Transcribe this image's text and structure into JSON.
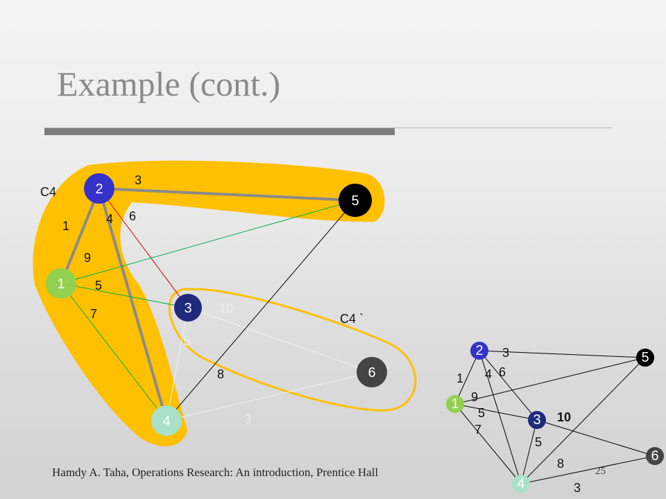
{
  "slide": {
    "title": "Example (cont.)",
    "footer": "Hamdy A. Taha, Operations Research: An introduction, Prentice Hall",
    "page_number": "25"
  },
  "main_graph": {
    "group_labels": [
      "C4",
      "C4 `"
    ],
    "nodes": [
      {
        "id": "1",
        "color": "#92d050"
      },
      {
        "id": "2",
        "color": "#3333cc"
      },
      {
        "id": "3",
        "color": "#1f2a7a"
      },
      {
        "id": "4",
        "color": "#a8e0c8"
      },
      {
        "id": "5",
        "color": "#000000"
      },
      {
        "id": "6",
        "color": "#444444"
      }
    ],
    "edges": [
      {
        "from": "2",
        "to": "5",
        "weight": "3",
        "style": "tree"
      },
      {
        "from": "2",
        "to": "1",
        "weight": "1",
        "style": "tree"
      },
      {
        "from": "2",
        "to": "4",
        "weight": "4",
        "style": "tree"
      },
      {
        "from": "2",
        "to": "3",
        "weight": "6",
        "style": "red"
      },
      {
        "from": "1",
        "to": "5",
        "weight": "9",
        "style": "green"
      },
      {
        "from": "1",
        "to": "3",
        "weight": "5",
        "style": "green"
      },
      {
        "from": "1",
        "to": "4",
        "weight": "7",
        "style": "green"
      },
      {
        "from": "3",
        "to": "6",
        "weight": "10",
        "style": "white"
      },
      {
        "from": "3",
        "to": "4",
        "weight": "5",
        "style": "white"
      },
      {
        "from": "4",
        "to": "6",
        "weight": "3",
        "style": "white"
      },
      {
        "from": "4",
        "to": "5",
        "weight": "8",
        "style": "black"
      }
    ]
  },
  "small_graph": {
    "nodes": [
      {
        "id": "1",
        "color": "#92d050"
      },
      {
        "id": "2",
        "color": "#3333cc"
      },
      {
        "id": "3",
        "color": "#1f2a7a"
      },
      {
        "id": "4",
        "color": "#a8e0c8"
      },
      {
        "id": "5",
        "color": "#000000"
      },
      {
        "id": "6",
        "color": "#444444"
      }
    ],
    "edges": [
      {
        "from": "2",
        "to": "5",
        "weight": "3"
      },
      {
        "from": "2",
        "to": "1",
        "weight": "1"
      },
      {
        "from": "2",
        "to": "4",
        "weight": "4"
      },
      {
        "from": "2",
        "to": "3",
        "weight": "6"
      },
      {
        "from": "1",
        "to": "5",
        "weight": "9"
      },
      {
        "from": "1",
        "to": "3",
        "weight": "5"
      },
      {
        "from": "1",
        "to": "4",
        "weight": "7"
      },
      {
        "from": "3",
        "to": "6",
        "weight": "10"
      },
      {
        "from": "3",
        "to": "4",
        "weight": "5"
      },
      {
        "from": "4",
        "to": "5",
        "weight": "8"
      },
      {
        "from": "4",
        "to": "6",
        "weight": "3"
      }
    ]
  }
}
